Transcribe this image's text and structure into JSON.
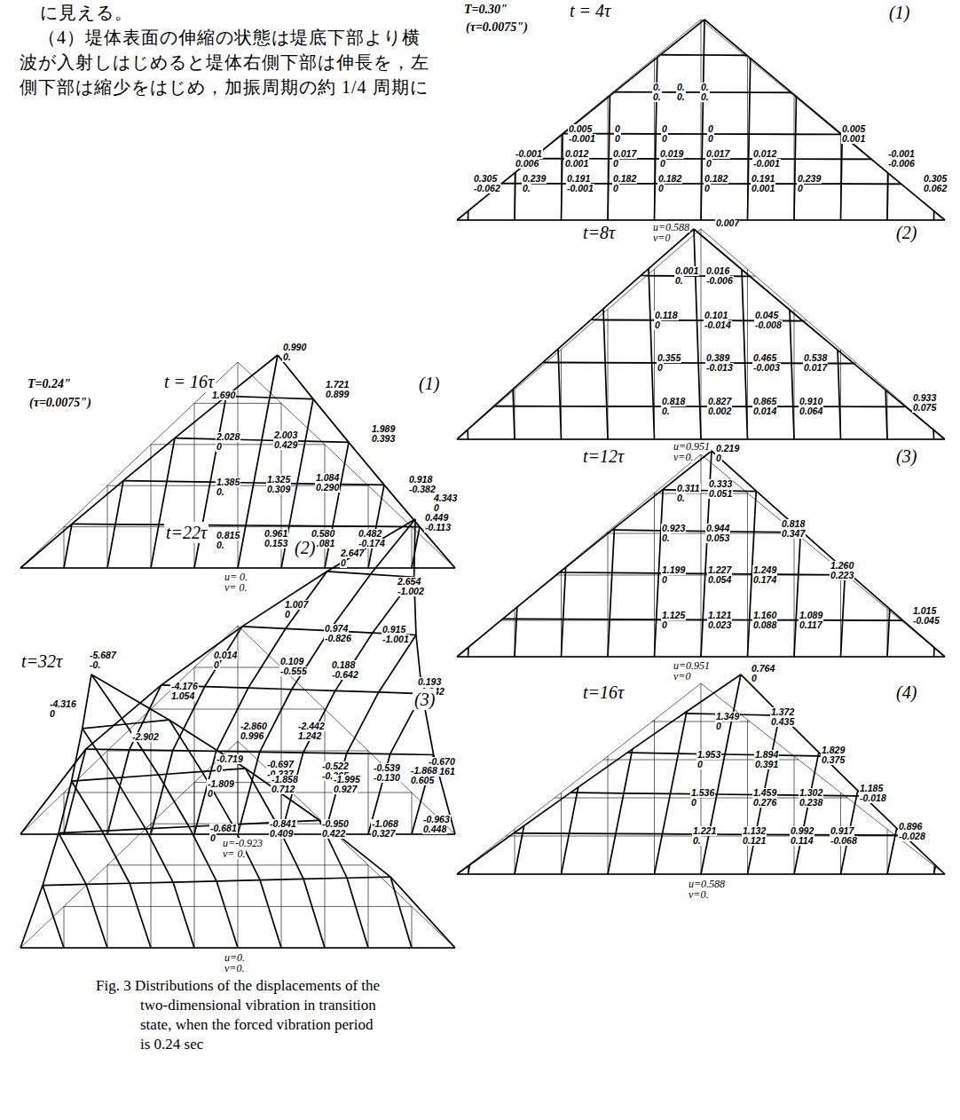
{
  "diagram": {
    "caption": "Fig. 3 Distributions of the displacements of the two-dimensional vibration in transition state, when the forced vibration period is 0.24 sec",
    "labels": [
      "に見える。",
      "（4）堤体表面の伸縮の状態は堤底下部より横波が入射しはじめると堤体右側下部は伸長を，左側下部は縮少をはじめ，加振周期の約 1/4 周期に",
      "T=0.24\"",
      "t = 16τ",
      "(τ=0.0075\")",
      "(1)",
      "0.990",
      "0.",
      "1.690",
      "1.721",
      "0.899",
      "2.028",
      "0",
      "2.003",
      "0.429",
      "1.989",
      "0.393",
      "1.385",
      "0.",
      "1.325",
      "0.309",
      "1.084",
      "0.290",
      "0.918",
      "-0.382",
      "0.815",
      "0.",
      "0.961",
      "0.153",
      "0.580",
      "0.081",
      "0.482",
      "-0.174",
      "0.449",
      "-0.113",
      "u= 0.",
      "v= 0.",
      "t=22τ",
      "(2)",
      "4.343",
      "0",
      "2.647",
      "0",
      "2.654",
      "-1.002",
      "1.007",
      "0",
      "0.974",
      "-0.826",
      "0.915",
      "-1.001",
      "0.014",
      "0",
      "0.109",
      "-0.555",
      "0.188",
      "-0.642",
      "0.193",
      "-0.342",
      "-0.719",
      "0",
      "-0.697",
      "-0.237",
      "-0.522",
      "-0.365",
      "-0.539",
      "-0.130",
      "-0.670",
      "-0.161",
      "u=-0.923",
      "v= 0.",
      "t=32τ",
      "(3)",
      "-5.687",
      "-0.",
      "-4.176",
      "1.054",
      "-4.316",
      "0",
      "-2.902",
      "-2.860",
      "0.996",
      "-2.442",
      "1.242",
      "-1.809",
      "0",
      "-1.858",
      "0.712",
      "-1.995",
      "0.927",
      "-1.868",
      "0.605",
      "-0.681",
      "0",
      "-0.841",
      "0.409",
      "-0.950",
      "0.422",
      "-1.068",
      "0.327",
      "-0.963",
      "0.448",
      "u=0.",
      "v=0.",
      "T=0.30\"",
      "t = 4τ",
      "(τ=0.0075\")",
      "(1)",
      "0.",
      "0.",
      "0.",
      "0.",
      "0.",
      "0.",
      "0.005",
      "-0.001",
      "0",
      "0",
      "0",
      "0",
      "0",
      "0",
      "0.005",
      "0.001",
      "-0.001",
      "0.006",
      "0.012",
      "0.001",
      "0.017",
      "0",
      "0.019",
      "0",
      "0.017",
      "0",
      "0.012",
      "-0.001",
      "-0.001",
      "-0.006",
      "0.305",
      "-0.062",
      "0.239",
      "0.",
      "0.191",
      "-0.001",
      "0.182",
      "0",
      "0.182",
      "0",
      "0.182",
      "0",
      "0.191",
      "0.001",
      "0.239",
      "0",
      "0.305",
      "0.062",
      "u=0.588",
      "v=0",
      "t=8τ",
      "(2)",
      "0.007",
      "0.001",
      "0.",
      "0.016",
      "-0.006",
      "0.118",
      "0",
      "0.101",
      "-0.014",
      "0.045",
      "-0.008",
      "0.355",
      "0",
      "0.389",
      "-0.013",
      "0.465",
      "-0.003",
      "0.538",
      "0.017",
      "0.818",
      "0.",
      "0.827",
      "0.002",
      "0.865",
      "0.014",
      "0.910",
      "0.064",
      "0.933",
      "0.075",
      "u=0.951",
      "v=0.",
      "t=12τ",
      "(3)",
      "0.219",
      "0",
      "0.311",
      "0.",
      "0.333",
      "0.051",
      "0.923",
      "0.",
      "0.944",
      "0.053",
      "0.818",
      "0.347",
      "1.199",
      "0",
      "1.227",
      "0.054",
      "1.249",
      "0.174",
      "1.260",
      "0.223",
      "1.125",
      "0",
      "1.121",
      "0.023",
      "1.160",
      "0.088",
      "1.089",
      "0.117",
      "1.015",
      "-0.045",
      "u=0.951",
      "v=0",
      "t=16τ",
      "(4)",
      "0.764",
      "0",
      "1.349",
      "0",
      "1.372",
      "0.435",
      "1.953",
      "0",
      "1.894",
      "0.391",
      "1.829",
      "0.375",
      "1.536",
      "0",
      "1.459",
      "0.276",
      "1.302",
      "0.238",
      "1.185",
      "-0.018",
      "1.221",
      "0.",
      "1.132",
      "0.121",
      "0.992",
      "0.114",
      "0.917",
      "-0.068",
      "0.896",
      "-0.028",
      "u=0.588",
      "v=0."
    ]
  }
}
